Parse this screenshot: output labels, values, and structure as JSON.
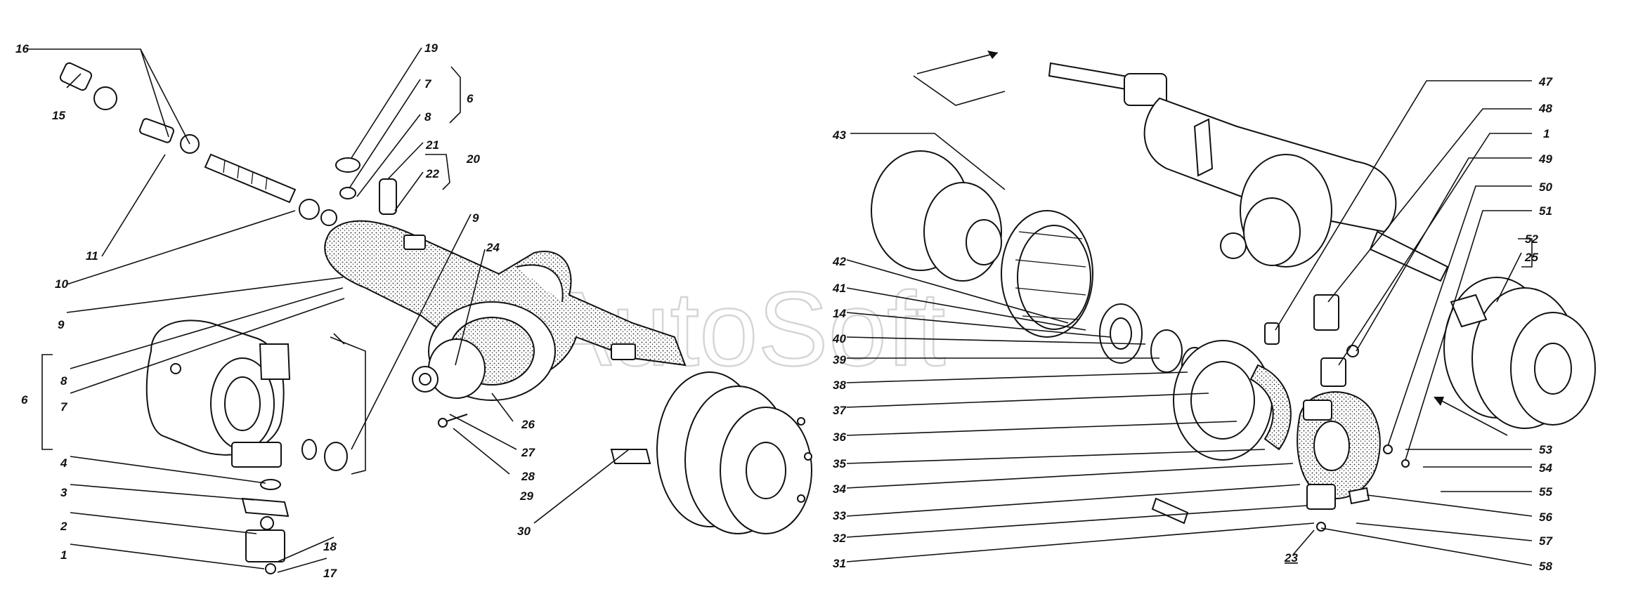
{
  "watermark": "AutoSoft",
  "colors": {
    "ink": "#111111",
    "paper": "#ffffff",
    "watermark": "#d5d5d5"
  },
  "left_labels": {
    "l16": "16",
    "l15": "15",
    "l11": "11",
    "l10": "10",
    "l9a": "9",
    "l8a": "8",
    "l7a": "7",
    "l6a": "6",
    "l4": "4",
    "l3": "3",
    "l2": "2",
    "l1": "1",
    "l19": "19",
    "l7b": "7",
    "l8b": "8",
    "l6b": "6",
    "l21": "21",
    "l22": "22",
    "l20": "20",
    "l9b": "9",
    "l24": "24",
    "l26": "26",
    "l27": "27",
    "l28": "28",
    "l29": "29",
    "l30": "30",
    "l18": "18",
    "l17": "17"
  },
  "right_labels": {
    "l43": "43",
    "l42": "42",
    "l41": "41",
    "l14": "14",
    "l40": "40",
    "l39": "39",
    "l38": "38",
    "l37": "37",
    "l36": "36",
    "l35": "35",
    "l34": "34",
    "l33": "33",
    "l32": "32",
    "l31": "31",
    "l23": "23",
    "l47": "47",
    "l48": "48",
    "l1r": "1",
    "l49": "49",
    "l50": "50",
    "l51": "51",
    "l52": "52",
    "l25": "25",
    "l53": "53",
    "l54": "54",
    "l55": "55",
    "l56": "56",
    "l57": "57",
    "l58": "58"
  }
}
